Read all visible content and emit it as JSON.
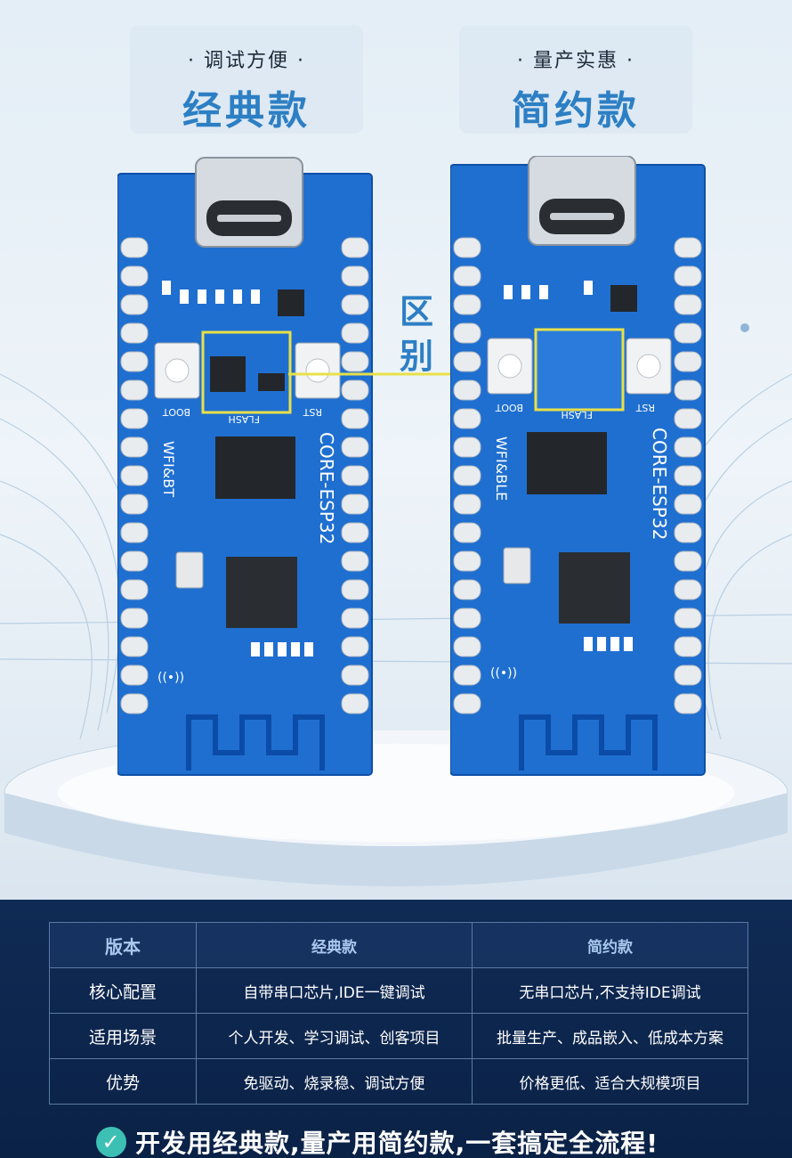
{
  "variants": {
    "left": {
      "subtitle": "调试方便",
      "title": "经典款"
    },
    "right": {
      "subtitle": "量产实惠",
      "title": "简约款"
    }
  },
  "difference_label": [
    "区",
    "别"
  ],
  "boards": {
    "left": {
      "silk_core": "CORE-ESP32",
      "silk_wifi": "WFI&BT",
      "silk_boot": "BOOT",
      "silk_rst": "RST",
      "silk_flash": "FLASH"
    },
    "right": {
      "silk_core": "CORE-ESP32",
      "silk_wifi": "WFI&BLE",
      "silk_boot": "BOOT",
      "silk_rst": "RST",
      "silk_flash": "FLASH"
    }
  },
  "table": {
    "headers": [
      "版本",
      "经典款",
      "简约款"
    ],
    "rows": [
      [
        "核心配置",
        "自带串口芯片,IDE一键调试",
        "无串口芯片,不支持IDE调试"
      ],
      [
        "适用场景",
        "个人开发、学习调试、创客项目",
        "批量生产、成品嵌入、低成本方案"
      ],
      [
        "优势",
        "免驱动、烧录稳、调试方便",
        "价格更低、适合大规模项目"
      ]
    ]
  },
  "slogan": "开发用经典款,量产用简约款,一套搞定全流程!",
  "colors": {
    "accent": "#2d7fc4",
    "board": "#1f6fd0",
    "highlight": "#e8e04a",
    "dark_bg": "#0f2a54",
    "check": "#3cc0b4"
  }
}
